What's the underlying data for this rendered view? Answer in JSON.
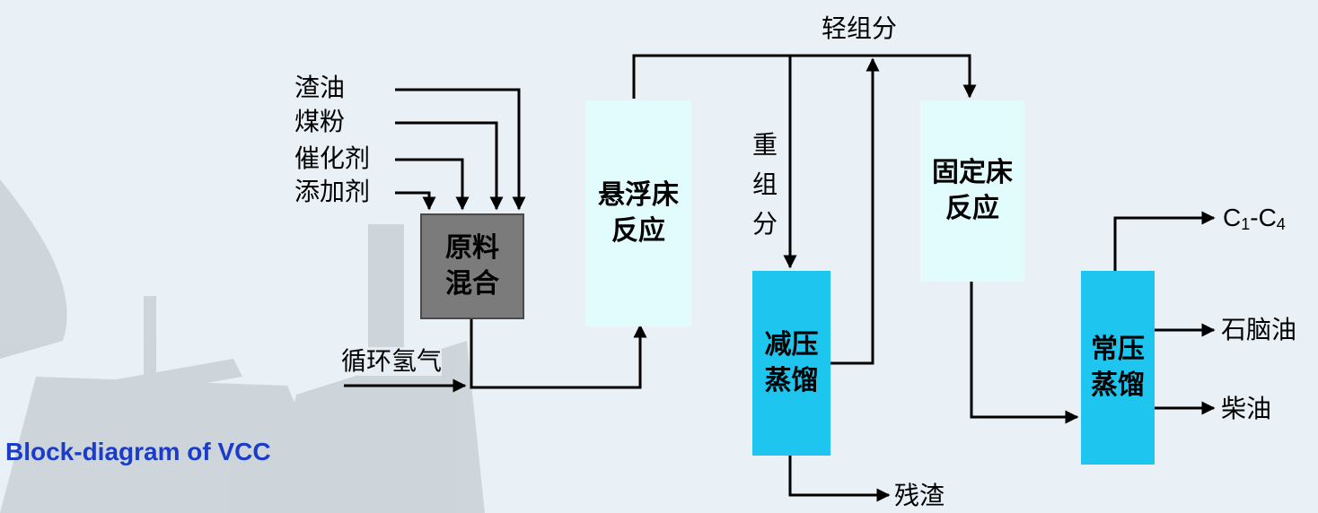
{
  "caption": "Block-diagram of VCC",
  "boxes": {
    "mix": "原料\n混合",
    "suspended_bed": "悬浮床\n反应",
    "vacuum_dist": "减压\n蒸馏",
    "fixed_bed": "固定床\n反应",
    "atm_dist": "常压\n蒸馏"
  },
  "inputs": {
    "residue_oil": "渣油",
    "coal_powder": "煤粉",
    "catalyst": "催化剂",
    "additive": "添加剂",
    "recycle_h2": "循环氢气"
  },
  "streams": {
    "light": "轻组分",
    "heavy": "重\n组\n分"
  },
  "outputs": {
    "residue": "残渣",
    "c1c4_prefix": "C",
    "c1c4_sub1": "1",
    "c1c4_dash": "-C",
    "c1c4_sub2": "4",
    "naphtha": "石脑油",
    "diesel": "柴油"
  },
  "colors": {
    "mix_box": "#7b7b7b",
    "reactor_box": "#e2fbfd",
    "distill_box": "#1ec6ef",
    "caption": "#1a3cc8",
    "line": "#000000"
  }
}
